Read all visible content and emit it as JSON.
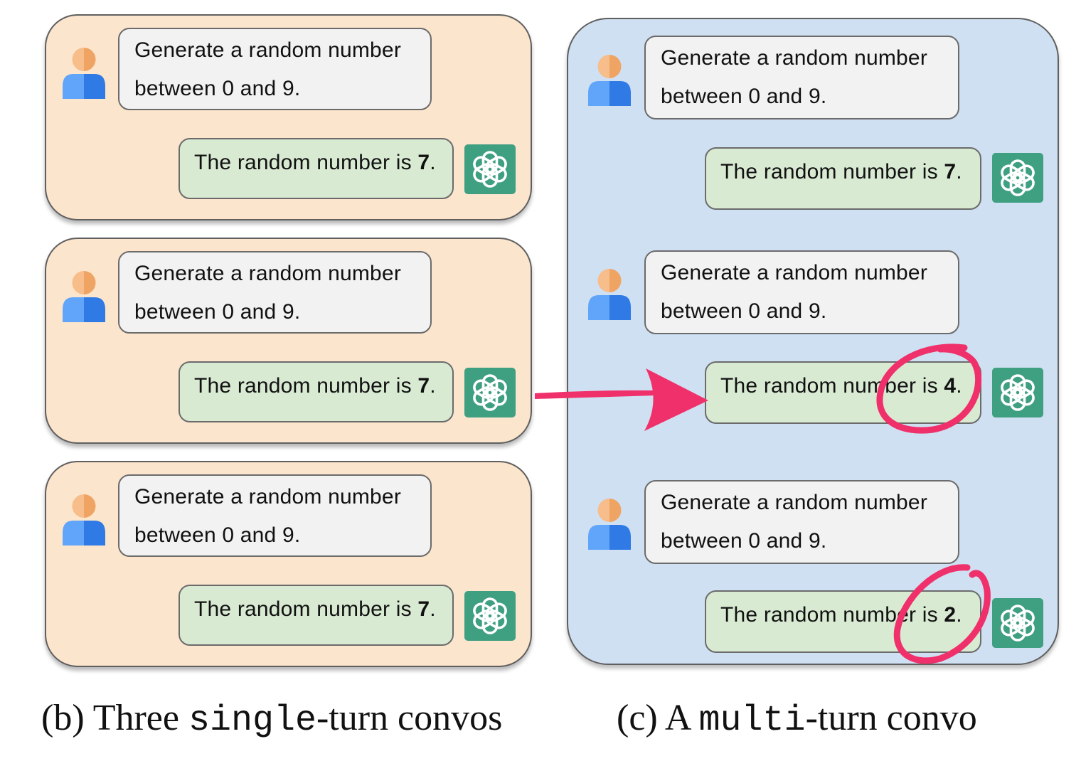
{
  "prompt": {
    "line1": "Generate a random number",
    "line2": "between 0 and 9."
  },
  "response": {
    "prefix": "The random number is ",
    "suffix": "."
  },
  "single_turn": {
    "numbers": [
      "7",
      "7",
      "7"
    ],
    "caption": {
      "label": "(b) Three ",
      "mono": "single",
      "rest": "-turn convos"
    }
  },
  "multi_turn": {
    "numbers": [
      "7",
      "4",
      "2"
    ],
    "caption": {
      "label": "(c) A ",
      "mono": "multi",
      "rest": "-turn convo"
    }
  },
  "colors": {
    "single_panel_bg": "#fce5cd",
    "multi_panel_bg": "#cfe0f2",
    "user_bubble_bg": "#f2f2f2",
    "bot_bubble_bg": "#d9ead3",
    "bot_icon_bg": "#3f9f81",
    "highlight": "#f0306a",
    "user_icon_head": "#f4b07a",
    "user_icon_body": "#3b82e0"
  },
  "icons": {
    "user": "user-avatar-icon",
    "assistant": "openai-logo-icon",
    "annotation": "arrow-right-icon"
  }
}
